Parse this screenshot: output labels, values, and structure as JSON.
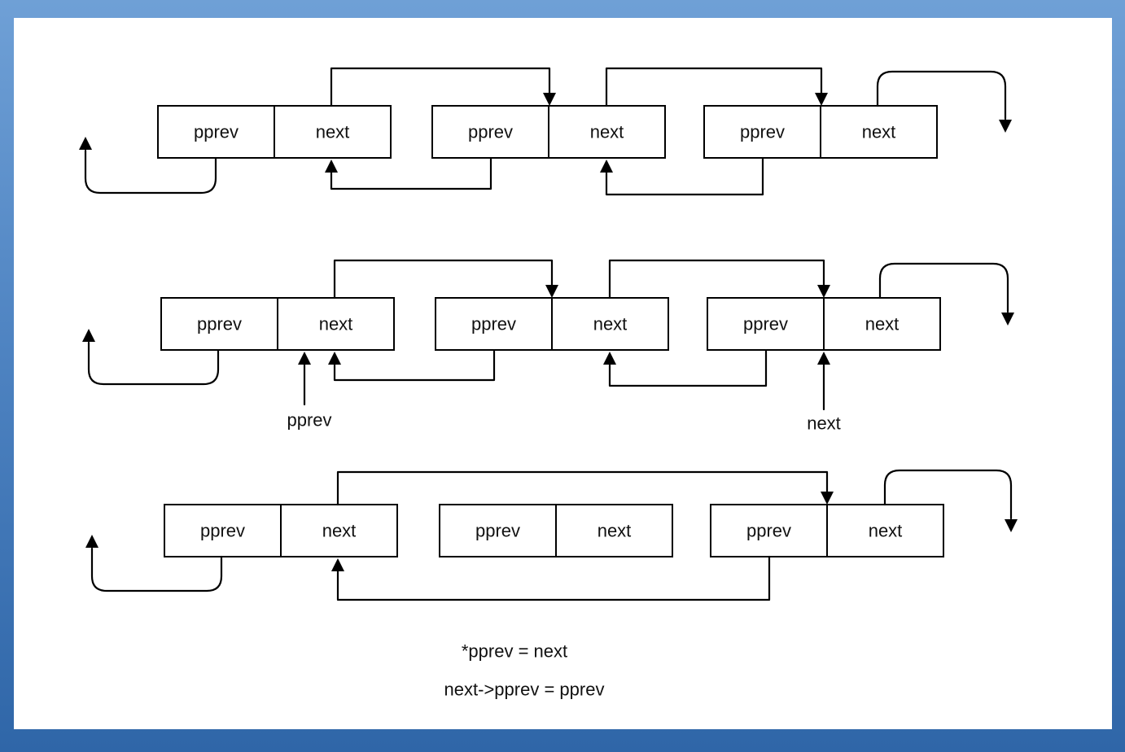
{
  "node": {
    "prev_label": "pprev",
    "next_label": "next"
  },
  "pointers": {
    "prev_label": "pprev",
    "next_label": "next"
  },
  "formulas": [
    "*pprev =  next",
    "next->pprev = pprev"
  ],
  "stages": [
    {
      "nodes": [
        {
          "prev": "pprev",
          "next": "next"
        },
        {
          "prev": "pprev",
          "next": "next"
        },
        {
          "prev": "pprev",
          "next": "next"
        }
      ]
    },
    {
      "nodes": [
        {
          "prev": "pprev",
          "next": "next"
        },
        {
          "prev": "pprev",
          "next": "next"
        },
        {
          "prev": "pprev",
          "next": "next"
        }
      ]
    },
    {
      "nodes": [
        {
          "prev": "pprev",
          "next": "next"
        },
        {
          "prev": "pprev",
          "next": "next"
        },
        {
          "prev": "pprev",
          "next": "next"
        }
      ]
    }
  ]
}
